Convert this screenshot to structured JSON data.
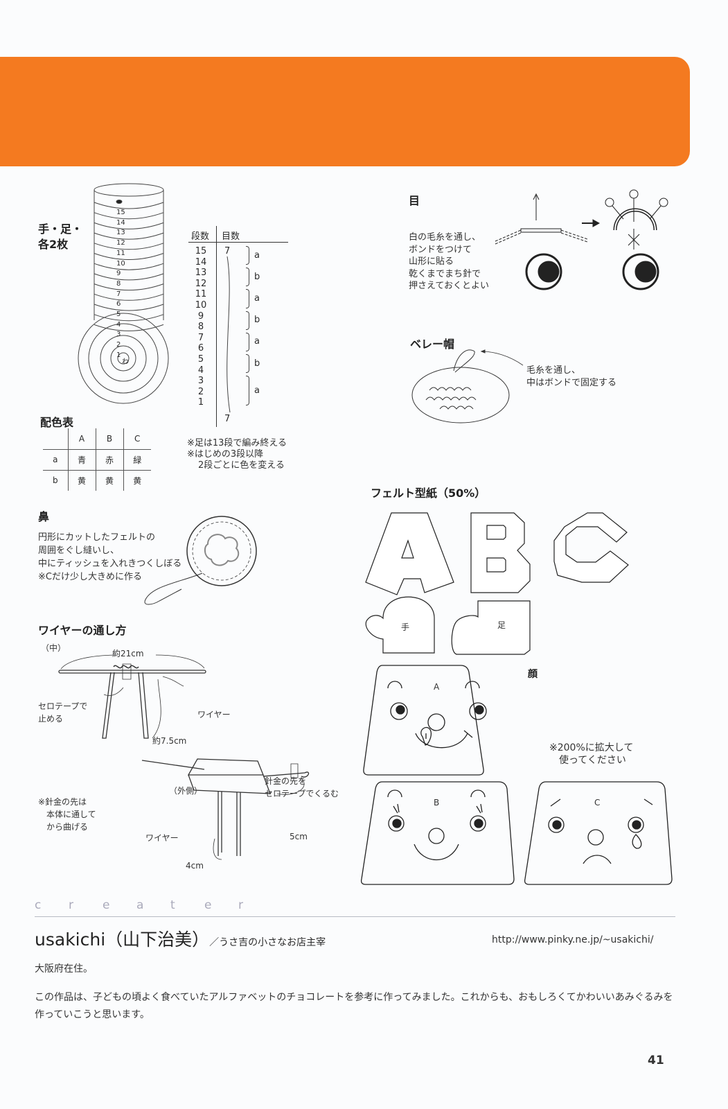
{
  "banner": {
    "color": "#f47a20"
  },
  "hands_feet": {
    "title_l1": "手・足・",
    "title_l2": "各2枚",
    "coil_rows": [
      "15",
      "14",
      "13",
      "12",
      "11",
      "10",
      "9",
      "8",
      "7",
      "6",
      "5",
      "4",
      "3",
      "2",
      "1"
    ],
    "center": "わ"
  },
  "row_table": {
    "header_rows": "段数",
    "header_stitches": "目数",
    "rows": [
      "15",
      "14",
      "13",
      "12",
      "11",
      "10",
      "9",
      "8",
      "7",
      "6",
      "5",
      "4",
      "3",
      "2",
      "1"
    ],
    "stitch_top": "7",
    "stitch_bottom": "7",
    "groups": [
      "a",
      "b",
      "a",
      "b",
      "a",
      "b",
      "a"
    ],
    "notes": [
      "※足は13段で編み終える",
      "※はじめの3段以降",
      "2段ごとに色を変える"
    ]
  },
  "color_table": {
    "title": "配色表",
    "columns": [
      "A",
      "B",
      "C"
    ],
    "rows": [
      {
        "label": "a",
        "cells": [
          "青",
          "赤",
          "緑"
        ]
      },
      {
        "label": "b",
        "cells": [
          "黄",
          "黄",
          "黄"
        ]
      }
    ]
  },
  "eye": {
    "title": "目",
    "lines": [
      "白の毛糸を通し、",
      "ボンドをつけて",
      "山形に貼る",
      "乾くまでまち針で",
      "押さえておくとよい"
    ]
  },
  "beret": {
    "title": "ベレー帽",
    "lines": [
      "毛糸を通し、",
      "中はボンドで固定する"
    ]
  },
  "pattern": {
    "title": "フェルト型紙（50%）",
    "letters": [
      "A",
      "B",
      "C"
    ],
    "hand": "手",
    "foot": "足",
    "face_title": "顔",
    "face_labels": [
      "A",
      "B",
      "C"
    ],
    "note_l1": "※200%に拡大して",
    "note_l2": "使ってください"
  },
  "nose": {
    "title": "鼻",
    "lines": [
      "円形にカットしたフェルトの",
      "周囲をぐし縫いし、",
      "中にティッシュを入れきつくしぼる",
      "※Cだけ少し大きめに作る"
    ]
  },
  "wire": {
    "title": "ワイヤーの通し方",
    "inner": "（中）",
    "len21": "約21cm",
    "tape": [
      "セロテープで",
      "止める"
    ],
    "wire_label": "ワイヤー",
    "len75": "約7.5cm",
    "note": [
      "※針金の先は",
      "本体に通して",
      "から曲げる"
    ],
    "outer": "（外側）",
    "tip": [
      "針金の先を",
      "セロテープでくるむ"
    ],
    "wire_label2": "ワイヤー",
    "len4": "4cm",
    "len5": "5cm"
  },
  "creator": {
    "heading": [
      "c",
      "r",
      "e",
      "a",
      "t",
      "e",
      "r"
    ],
    "name": "usakichi（山下治美）",
    "role": "／うさ吉の小さなお店主宰",
    "url": "http://www.pinky.ne.jp/~usakichi/",
    "residence": "大阪府在住。",
    "bio": "この作品は、子どもの頃よく食べていたアルファベットのチョコレートを参考に作ってみました。これからも、おもしろくてかわいいあみぐるみを作っていこうと思います。"
  },
  "page_number": "41"
}
